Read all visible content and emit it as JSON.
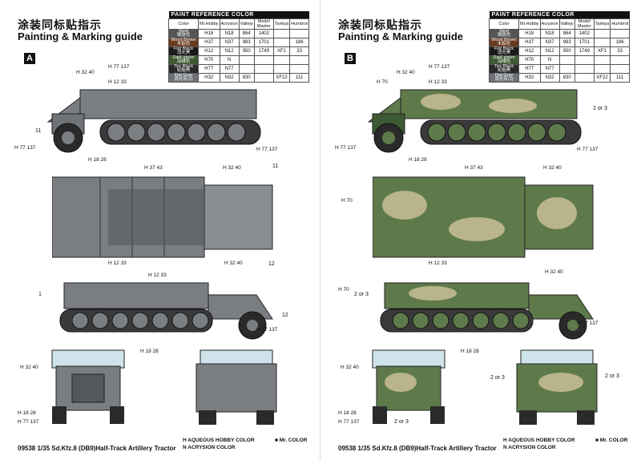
{
  "heading": {
    "cn": "涂装同标贴指示",
    "en": "Painting & Marking guide"
  },
  "table": {
    "title": "PAINT REFERENCE COLOR",
    "columns": [
      "Color",
      "Mr.Hobby",
      "Acrysion",
      "Vallejo",
      "Model Master",
      "Tamiya",
      "Humbrol"
    ],
    "rows": [
      {
        "name": "Steel",
        "cn": "钢铁色",
        "swatch": "#555555",
        "mr": "H18",
        "acr": "N18",
        "vallejo": "864",
        "mm": "1402",
        "tamiya": "",
        "humbrol": ""
      },
      {
        "name": "Wood Brown",
        "cn": "木棕色",
        "swatch": "#6b3b1e",
        "mr": "H37",
        "acr": "N37",
        "vallejo": "983",
        "mm": "1701",
        "tamiya": "",
        "humbrol": "186"
      },
      {
        "name": "Flat Black",
        "cn": "消光黑",
        "swatch": "#1a1a1a",
        "mr": "H12",
        "acr": "N12",
        "vallejo": "950",
        "mm": "1749",
        "tamiya": "XF1",
        "humbrol": "33"
      },
      {
        "name": "Dark green",
        "cn": "深绿色",
        "swatch": "#3f5a32",
        "mr": "H70",
        "acr": "N",
        "vallejo": "",
        "mm": "",
        "tamiya": "",
        "humbrol": ""
      },
      {
        "name": "Tire Black",
        "cn": "轮胎黑",
        "swatch": "#2a2a2a",
        "mr": "H77",
        "acr": "N77",
        "vallejo": "",
        "mm": "",
        "tamiya": "",
        "humbrol": ""
      },
      {
        "name": "Flat Gray",
        "cn": "消光灰(1)",
        "swatch": "#6f7377",
        "mr": "H32",
        "acr": "N32",
        "vallejo": "830",
        "mm": "",
        "tamiya": "XF22",
        "humbrol": "111"
      }
    ]
  },
  "left": {
    "scheme": "A"
  },
  "right": {
    "scheme": "B"
  },
  "footer": {
    "code": "09538 1/35 Sd.Kfz.8 (DB9)Half-Track Artillery Tractor",
    "legend_h": "H  AQUEOUS HOBBY COLOR",
    "legend_n": "N  ACRYSION COLOR",
    "legend_mr": "■  Mr. COLOR"
  },
  "callouts": {
    "h32_40": "H 32 40",
    "h77_137": "H 77 137",
    "h12_33": "H 12 33",
    "h18_28": "H 18 28",
    "h70": "H 70",
    "h37_43": "H 37 43",
    "h12_33b": "H 12 33",
    "two_or_three": "2 or 3",
    "n11": "11",
    "n12": "12",
    "n1": "1"
  },
  "colors": {
    "gray": "#7a7e82",
    "camo_green": "#5e7a4a",
    "camo_tan": "#b9b48a",
    "camo_dark": "#3e5a34"
  }
}
